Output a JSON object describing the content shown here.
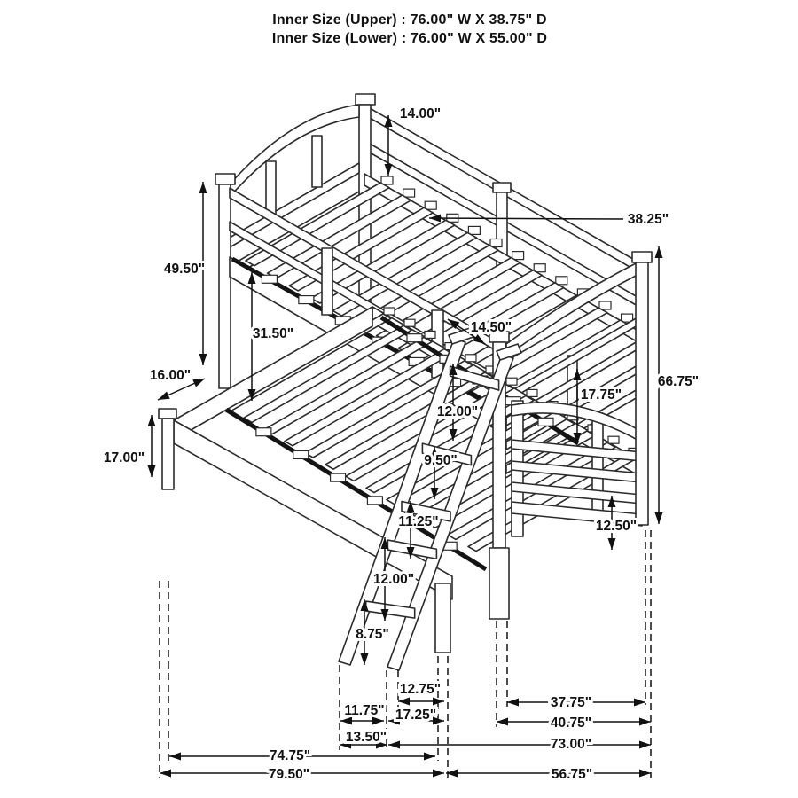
{
  "header": {
    "line1": "Inner Size (Upper) :  76.00\" W X 38.75\" D",
    "line2": "Inner Size (Lower) :  76.00\" W X 55.00\" D"
  },
  "dims": {
    "d14_00": "14.00\"",
    "d38_25": "38.25\"",
    "d49_50": "49.50\"",
    "d31_50": "31.50\"",
    "d16_00": "16.00\"",
    "d17_00": "17.00\"",
    "d14_50": "14.50\"",
    "d12_00_upper": "12.00\"",
    "d9_50": "9.50\"",
    "d11_25": "11.25\"",
    "d17_75": "17.75\"",
    "d66_75": "66.75\"",
    "d12_50": "12.50\"",
    "d12_00_ladder": "12.00\"",
    "d8_75": "8.75\"",
    "d12_75": "12.75\"",
    "d11_75": "11.75\"",
    "d17_25": "17.25\"",
    "d13_50": "13.50\"",
    "d37_75": "37.75\"",
    "d40_75": "40.75\"",
    "d73_00": "73.00\"",
    "d74_75": "74.75\"",
    "d79_50": "79.50\"",
    "d56_75": "56.75\""
  }
}
